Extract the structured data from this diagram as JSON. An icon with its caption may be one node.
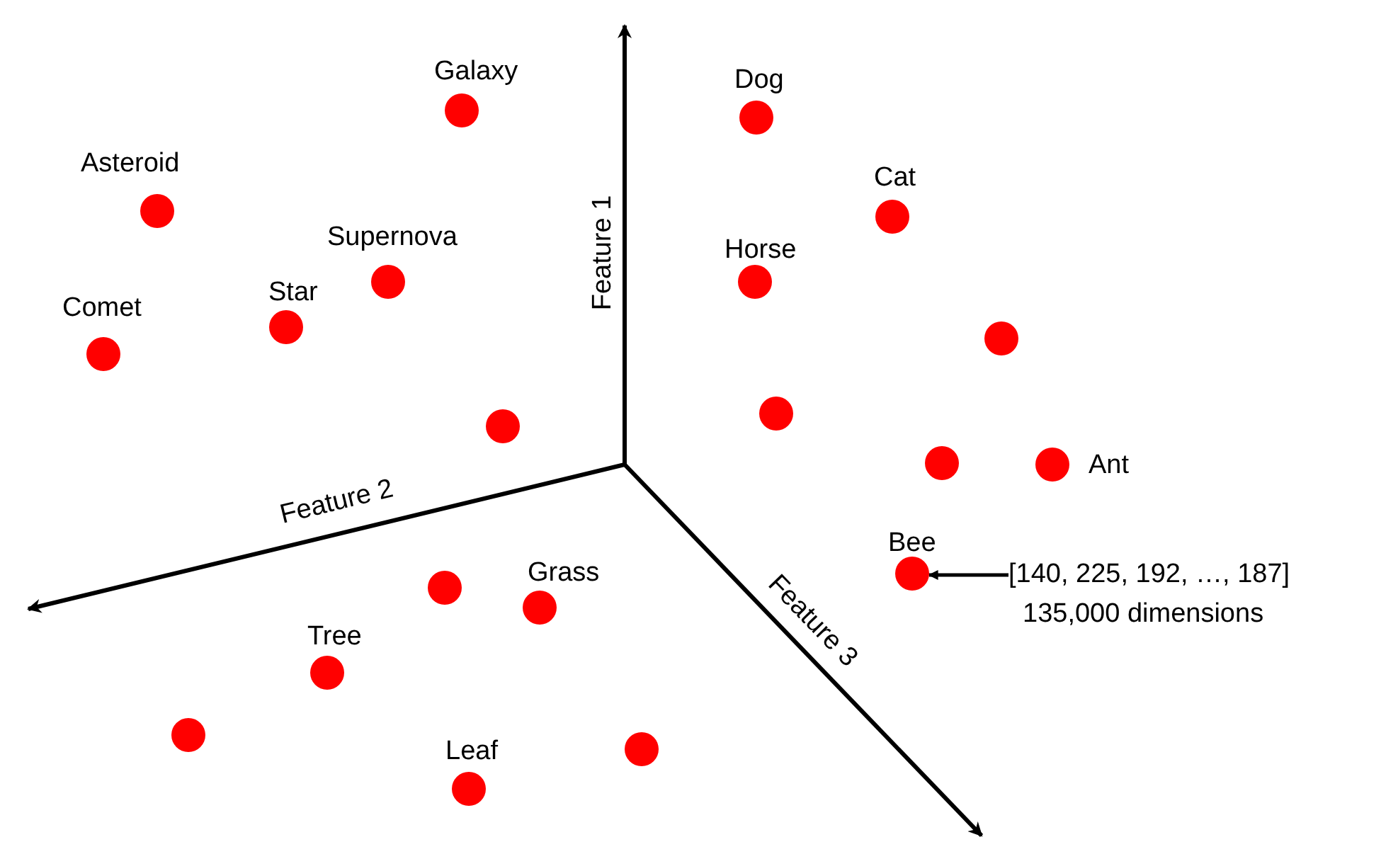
{
  "diagram": {
    "nodes": [
      {
        "text": [],
        "shape": "circle",
        "beside": [
          "Galaxy"
        ]
      },
      {
        "text": [],
        "shape": "circle",
        "beside": [
          "Asteroid"
        ]
      },
      {
        "text": [],
        "shape": "circle",
        "beside": [
          "Supernova"
        ]
      },
      {
        "text": [],
        "shape": "circle",
        "beside": [
          "Star"
        ]
      },
      {
        "text": [],
        "shape": "circle",
        "beside": [
          "Comet"
        ]
      },
      {
        "text": [],
        "shape": "circle"
      },
      {
        "text": [],
        "shape": "circle",
        "beside": [
          "Dog"
        ]
      },
      {
        "text": [],
        "shape": "circle",
        "beside": [
          "Cat"
        ]
      },
      {
        "text": [],
        "shape": "circle",
        "beside": [
          "Horse"
        ]
      },
      {
        "text": [],
        "shape": "circle"
      },
      {
        "text": [],
        "shape": "circle"
      },
      {
        "text": [],
        "shape": "circle"
      },
      {
        "text": [],
        "shape": "circle",
        "beside": [
          "Ant"
        ]
      },
      {
        "text": [],
        "shape": "circle",
        "beside": [
          "Bee"
        ]
      },
      {
        "text": [
          "[140, 225, 192, …, 187]",
          "135,000 dimensions"
        ]
      },
      {
        "text": [],
        "shape": "circle"
      },
      {
        "text": [],
        "shape": "circle",
        "beside": [
          "Grass"
        ]
      },
      {
        "text": [],
        "shape": "circle",
        "beside": [
          "Tree"
        ]
      },
      {
        "text": [],
        "shape": "circle"
      },
      {
        "text": [],
        "shape": "circle",
        "beside": [
          "Leaf"
        ]
      },
      {
        "text": [],
        "shape": "circle"
      }
    ],
    "edges": [
      {
        "from": 14,
        "to": 13,
        "arrow": "to"
      }
    ],
    "labels": [
      "Feature 1",
      "Feature 2",
      "Feature 3"
    ]
  }
}
